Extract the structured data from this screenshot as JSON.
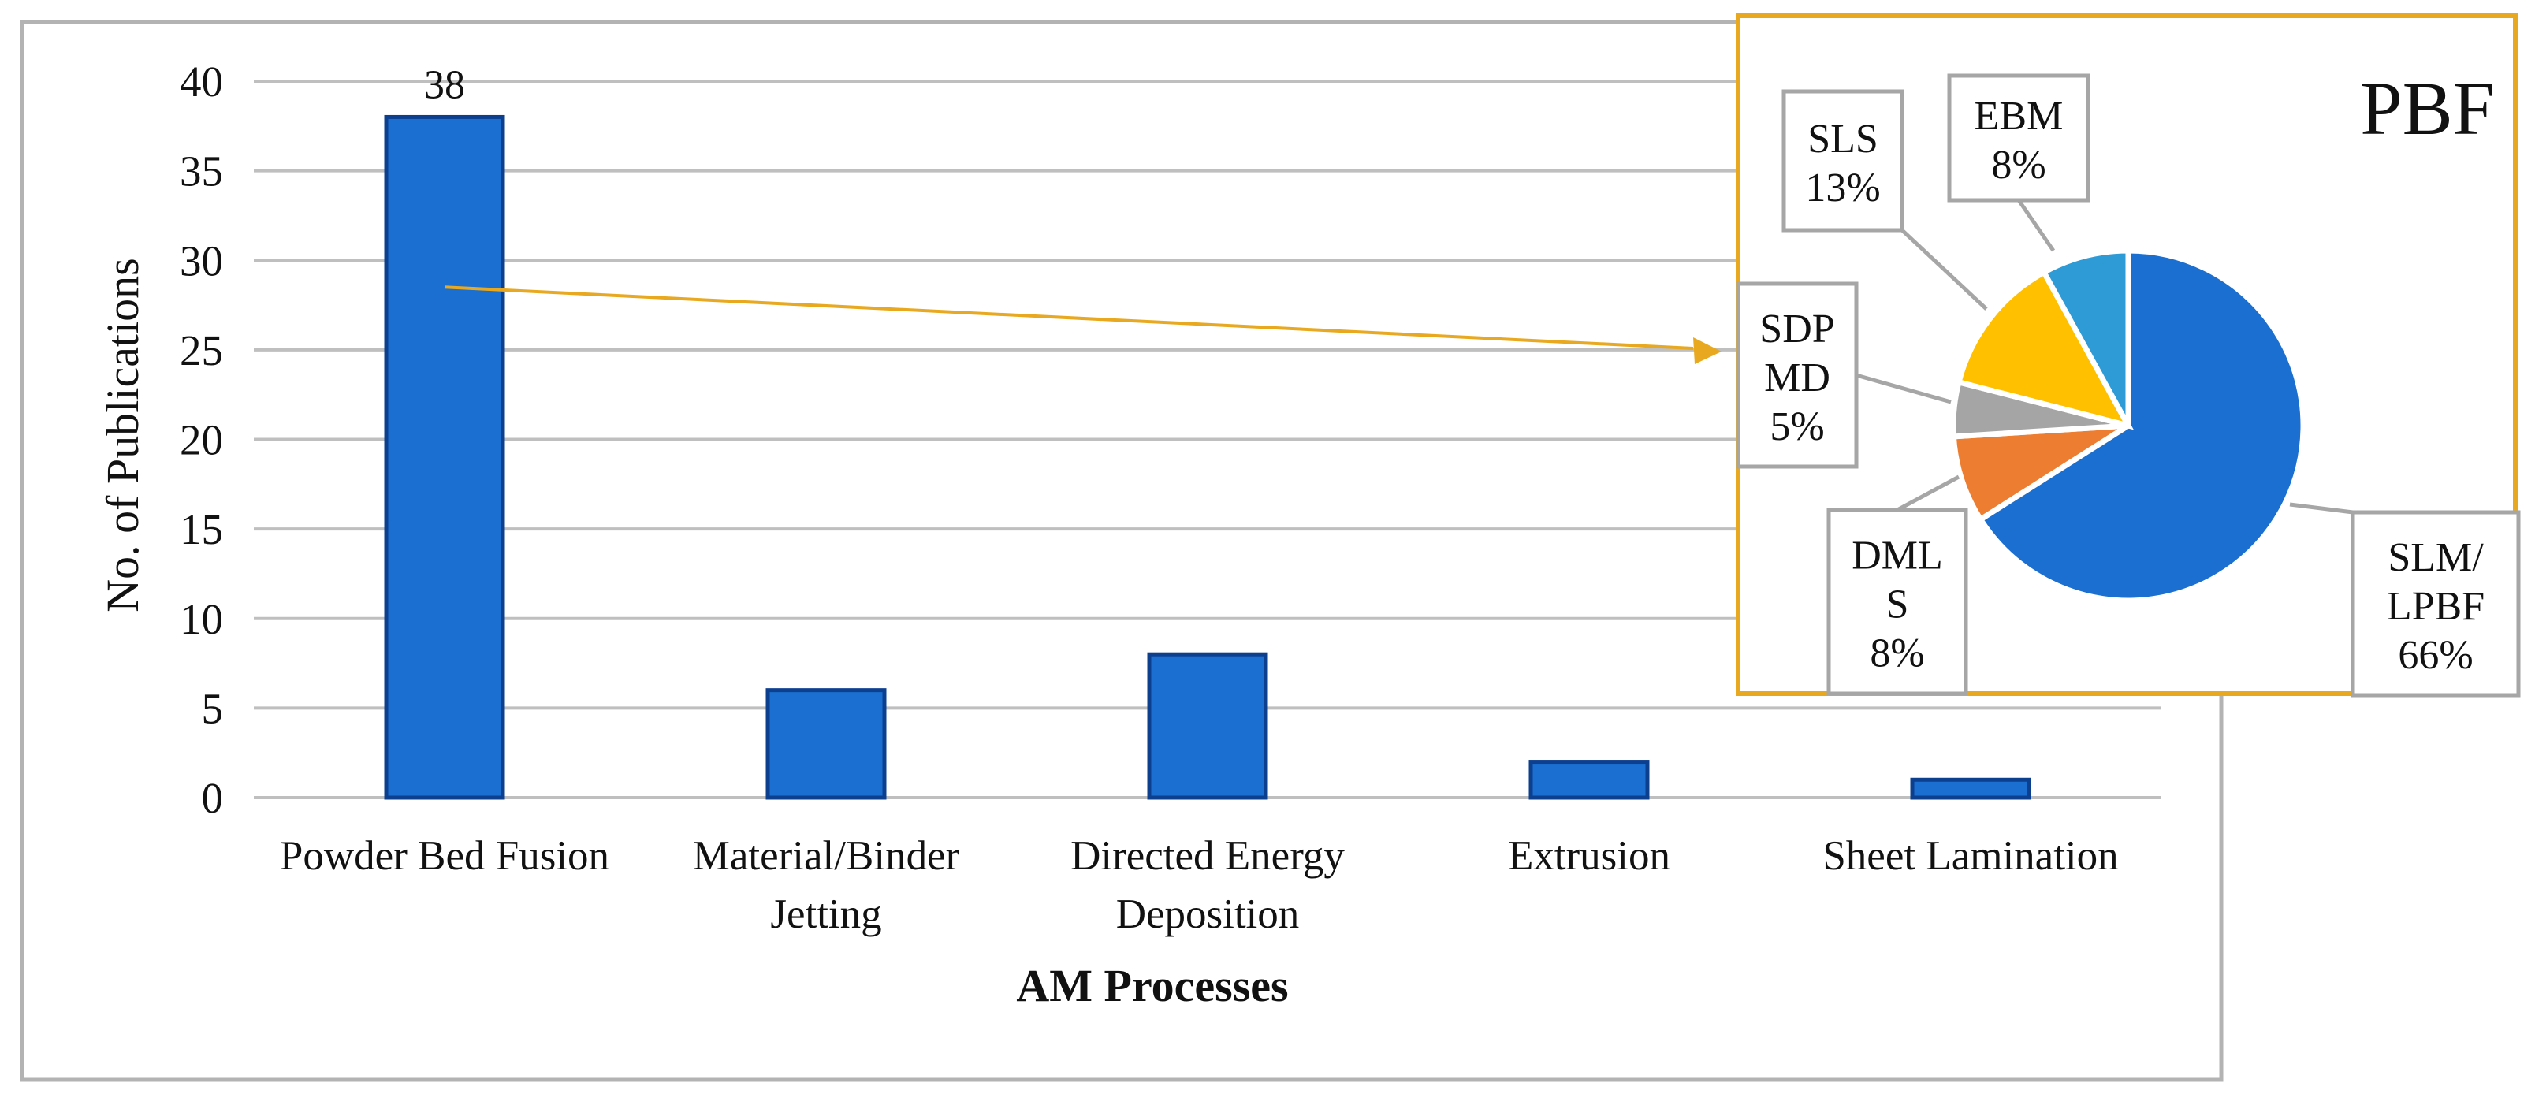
{
  "chart_data": [
    {
      "type": "bar",
      "title": "",
      "xlabel": "AM Processes",
      "ylabel": "No. of Publications",
      "categories": [
        "Powder Bed Fusion",
        "Material/Binder Jetting",
        "Directed Energy Deposition",
        "Extrusion",
        "Sheet Lamination"
      ],
      "category_lines": [
        [
          "Powder Bed Fusion"
        ],
        [
          "Material/Binder",
          "Jetting"
        ],
        [
          "Directed Energy",
          "Deposition"
        ],
        [
          "Extrusion"
        ],
        [
          "Sheet Lamination"
        ]
      ],
      "values": [
        38,
        6,
        8,
        2,
        1
      ],
      "data_labels": [
        "38",
        "",
        "",
        "",
        ""
      ],
      "ylim": [
        0,
        40
      ],
      "yticks": [
        0,
        5,
        10,
        15,
        20,
        25,
        30,
        35,
        40
      ],
      "grid": true,
      "legend": "none",
      "bar_color": "#1a6fd0",
      "bar_edge_color": "#0d3f8f"
    },
    {
      "type": "pie",
      "title": "PBF",
      "linked_category": "Powder Bed Fusion",
      "slices": [
        {
          "label_lines": [
            "SLM/",
            "LPBF"
          ],
          "percent_label": "66%",
          "value": 66,
          "color": "#1a6fd0"
        },
        {
          "label_lines": [
            "DML",
            "S"
          ],
          "percent_label": "8%",
          "value": 8,
          "color": "#ed7d31"
        },
        {
          "label_lines": [
            "SDP",
            "MD"
          ],
          "percent_label": "5%",
          "value": 5,
          "color": "#a5a5a5"
        },
        {
          "label_lines": [
            "SLS"
          ],
          "percent_label": "13%",
          "value": 13,
          "color": "#ffc000"
        },
        {
          "label_lines": [
            "EBM"
          ],
          "percent_label": "8%",
          "value": 8,
          "color": "#2e9bd6"
        }
      ],
      "frame_color": "#e8a920",
      "callout_color": "#e8a920"
    }
  ]
}
